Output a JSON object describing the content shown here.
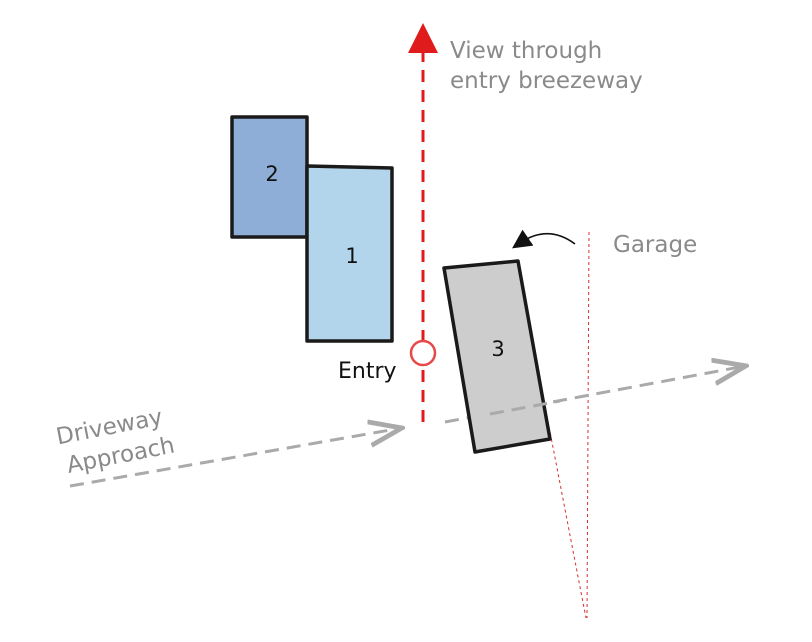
{
  "labels": {
    "view_line1": "View through",
    "view_line2": "entry breezeway",
    "garage": "Garage",
    "entry": "Entry",
    "driveway_line1": "Driveway",
    "driveway_line2": "Approach"
  },
  "blocks": [
    {
      "id": "block-2",
      "label": "2",
      "color": "#8eaed8"
    },
    {
      "id": "block-1",
      "label": "1",
      "color": "#b3d5ec"
    },
    {
      "id": "block-3",
      "label": "3",
      "color": "#cdcdcd"
    }
  ],
  "colors": {
    "view_line": "#e01b1b",
    "entry_marker": "#e84848",
    "sightline": "#d83030",
    "approach_line": "#aaaaaa",
    "outline": "#1a1a1a",
    "label_gray": "#8a8a8a"
  }
}
